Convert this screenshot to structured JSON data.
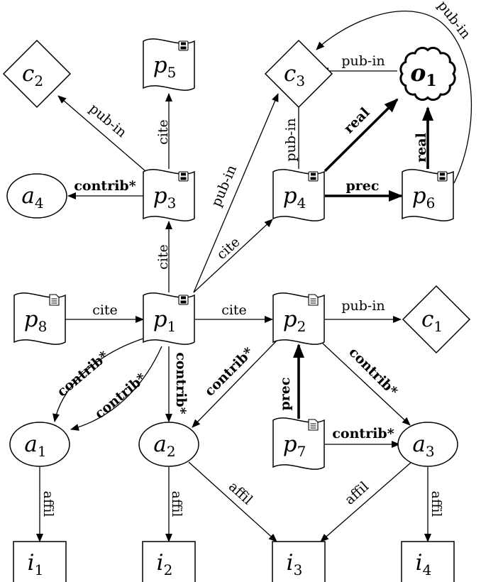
{
  "nodes": [
    {
      "id": "c2",
      "letter": "c",
      "sub": "2",
      "shape": "diamond"
    },
    {
      "id": "c3",
      "letter": "c",
      "sub": "3",
      "shape": "diamond"
    },
    {
      "id": "c1",
      "letter": "c",
      "sub": "1",
      "shape": "diamond"
    },
    {
      "id": "p5",
      "letter": "p",
      "sub": "5",
      "shape": "document",
      "icon": "floppy-disk-icon"
    },
    {
      "id": "p3",
      "letter": "p",
      "sub": "3",
      "shape": "document",
      "icon": "floppy-disk-icon"
    },
    {
      "id": "p4",
      "letter": "p",
      "sub": "4",
      "shape": "document",
      "icon": "floppy-disk-icon"
    },
    {
      "id": "p6",
      "letter": "p",
      "sub": "6",
      "shape": "document",
      "icon": "floppy-disk-icon"
    },
    {
      "id": "p1",
      "letter": "p",
      "sub": "1",
      "shape": "document",
      "icon": "floppy-disk-icon"
    },
    {
      "id": "p8",
      "letter": "p",
      "sub": "8",
      "shape": "document",
      "icon": "text-document-icon"
    },
    {
      "id": "p2",
      "letter": "p",
      "sub": "2",
      "shape": "document",
      "icon": "text-document-icon"
    },
    {
      "id": "p7",
      "letter": "p",
      "sub": "7",
      "shape": "document",
      "icon": "text-document-icon"
    },
    {
      "id": "o1",
      "letter": "o",
      "sub": "1",
      "shape": "cloud"
    },
    {
      "id": "a4",
      "letter": "a",
      "sub": "4",
      "shape": "ellipse"
    },
    {
      "id": "a1",
      "letter": "a",
      "sub": "1",
      "shape": "ellipse"
    },
    {
      "id": "a2",
      "letter": "a",
      "sub": "2",
      "shape": "ellipse"
    },
    {
      "id": "a3",
      "letter": "a",
      "sub": "3",
      "shape": "ellipse"
    },
    {
      "id": "i1",
      "letter": "i",
      "sub": "1",
      "shape": "rectangle"
    },
    {
      "id": "i2",
      "letter": "i",
      "sub": "2",
      "shape": "rectangle"
    },
    {
      "id": "i3",
      "letter": "i",
      "sub": "3",
      "shape": "rectangle"
    },
    {
      "id": "i4",
      "letter": "i",
      "sub": "4",
      "shape": "rectangle"
    }
  ],
  "edges": [
    {
      "id": "p3-c2",
      "from": "p3",
      "to": "c2",
      "label": "pub-in",
      "bold": false
    },
    {
      "id": "p3-p5",
      "from": "p3",
      "to": "p5",
      "label": "cite",
      "bold": false
    },
    {
      "id": "p3-a4",
      "from": "p3",
      "to": "a4",
      "label": "contrib*",
      "bold": true
    },
    {
      "id": "p1-p3",
      "from": "p1",
      "to": "p3",
      "label": "cite",
      "bold": false
    },
    {
      "id": "p1-c3",
      "from": "p1",
      "to": "c3",
      "label": "pub-in",
      "bold": false
    },
    {
      "id": "p1-p4",
      "from": "p1",
      "to": "p4",
      "label": "cite",
      "bold": false
    },
    {
      "id": "p4-c3",
      "from": "p4",
      "to": "c3",
      "label": "pub-in",
      "bold": false
    },
    {
      "id": "o1-c3",
      "from": "o1",
      "to": "c3",
      "label": "pub-in",
      "bold": false
    },
    {
      "id": "p6-c3",
      "from": "p6",
      "to": "c3",
      "label": "pub-in",
      "bold": false
    },
    {
      "id": "p4-o1",
      "from": "p4",
      "to": "o1",
      "label": "real",
      "bold": true
    },
    {
      "id": "p6-o1",
      "from": "p6",
      "to": "o1",
      "label": "real",
      "bold": true
    },
    {
      "id": "p4-p6",
      "from": "p4",
      "to": "p6",
      "label": "prec",
      "bold": true
    },
    {
      "id": "p8-p1",
      "from": "p8",
      "to": "p1",
      "label": "cite",
      "bold": false
    },
    {
      "id": "p1-p2",
      "from": "p1",
      "to": "p2",
      "label": "cite",
      "bold": false
    },
    {
      "id": "p2-c1",
      "from": "p2",
      "to": "c1",
      "label": "pub-in",
      "bold": false
    },
    {
      "id": "p1-a1-outer",
      "from": "p1",
      "to": "a1",
      "label": "contrib*",
      "bold": true
    },
    {
      "id": "p1-a1-inner",
      "from": "p1",
      "to": "a1",
      "label": "contrib*",
      "bold": true
    },
    {
      "id": "p1-a2",
      "from": "p1",
      "to": "a2",
      "label": "contrib*",
      "bold": true
    },
    {
      "id": "p2-a2",
      "from": "p2",
      "to": "a2",
      "label": "contrib*",
      "bold": true
    },
    {
      "id": "p2-a3",
      "from": "p2",
      "to": "a3",
      "label": "contrib*",
      "bold": true
    },
    {
      "id": "p7-p2",
      "from": "p7",
      "to": "p2",
      "label": "prec",
      "bold": true
    },
    {
      "id": "p7-a3",
      "from": "p7",
      "to": "a3",
      "label": "contrib*",
      "bold": true
    },
    {
      "id": "a1-i1",
      "from": "a1",
      "to": "i1",
      "label": "affil",
      "bold": false
    },
    {
      "id": "a2-i2",
      "from": "a2",
      "to": "i2",
      "label": "affil",
      "bold": false
    },
    {
      "id": "a2-i3",
      "from": "a2",
      "to": "i3",
      "label": "affil",
      "bold": false
    },
    {
      "id": "a3-i3",
      "from": "a3",
      "to": "i3",
      "label": "affil",
      "bold": false
    },
    {
      "id": "a3-i4",
      "from": "a3",
      "to": "i4",
      "label": "affil",
      "bold": false
    }
  ]
}
